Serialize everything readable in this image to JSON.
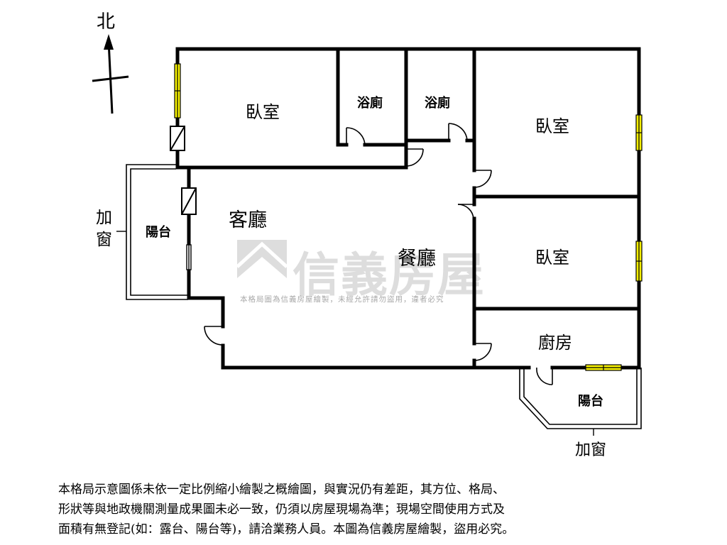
{
  "compass": {
    "north_label": "北"
  },
  "rooms": {
    "bedroom_nw": "臥室",
    "bath_1": "浴廁",
    "bath_2": "浴廁",
    "bedroom_ne": "臥室",
    "living": "客廳",
    "dining": "餐廳",
    "bedroom_e": "臥室",
    "kitchen": "廚房",
    "balcony_w": "陽台",
    "balcony_se": "陽台"
  },
  "annotations": {
    "added_window_w_line1": "加",
    "added_window_w_line2": "窗",
    "added_window_se": "加窗"
  },
  "watermark": {
    "brand": "信義房屋",
    "subtext": "本格局圖為信義房屋繪製，未經允許請勿盜用，違者必究"
  },
  "notice": {
    "line1": "本格局示意圖係未依一定比例縮小繪製之概繪圖，與實況仍有差距，其方位、格局、",
    "line2": "形狀等與地政機關測量成果圖未必一致，仍須以房屋現場為準；現場空間使用方式及",
    "line3": "面積有無登記(如：露台、陽台等)，請洽業務人員。本圖為信義房屋繪製，盜用必究。"
  },
  "colors": {
    "wall": "#000000",
    "window": "#f5f000",
    "watermark": "#000000"
  }
}
